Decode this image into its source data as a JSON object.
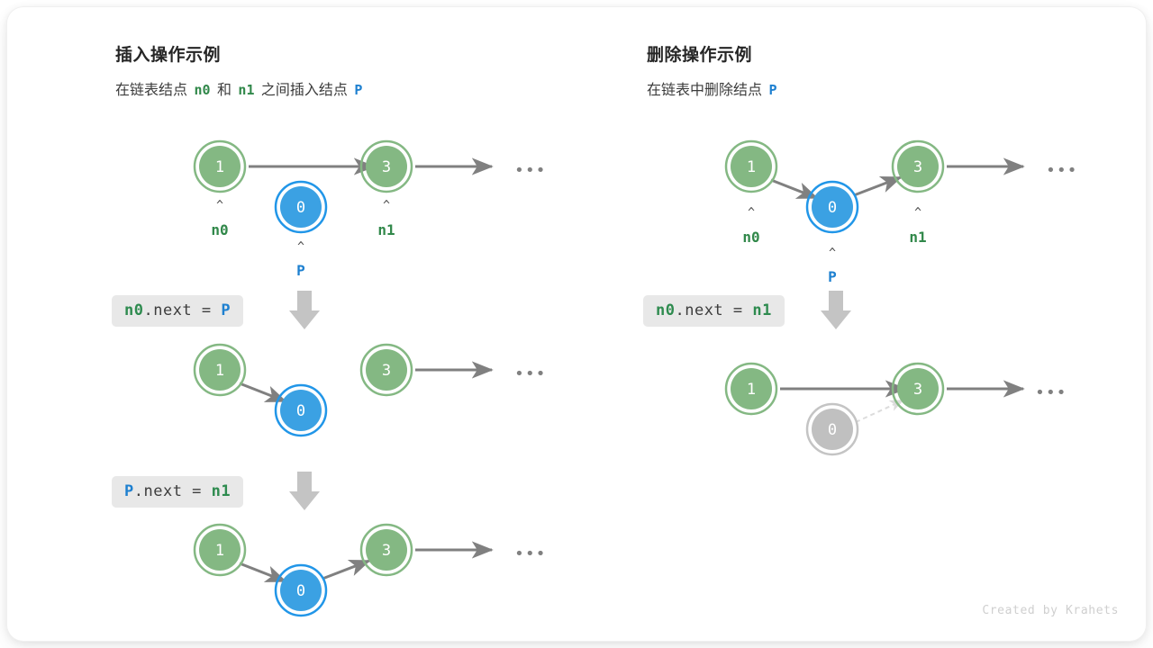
{
  "credit": "Created by Krahets",
  "colors": {
    "node_green_fill": "#84b883",
    "node_green_ring": "#84b883",
    "node_blue_fill": "#3ba1e3",
    "node_blue_ring": "#2196e8",
    "node_gray_fill": "#c0c0c0",
    "node_gray_ring": "#c0c0c0",
    "arrow_gray": "#808080",
    "label_green": "#31884a",
    "label_blue": "#1e80d0",
    "code_bg": "#e8e8e8",
    "big_arrow": "#c4c4c4",
    "credit_color": "#cfcfcf"
  },
  "panels": [
    {
      "id": "insert",
      "title": "插入操作示例",
      "subtitle": {
        "parts": [
          {
            "text": "在链表结点 ",
            "style": "plain"
          },
          {
            "text": "n0",
            "style": "green-mono"
          },
          {
            "text": " 和 ",
            "style": "plain"
          },
          {
            "text": "n1",
            "style": "green-mono"
          },
          {
            "text": " 之间插入结点 ",
            "style": "plain"
          },
          {
            "text": "P",
            "style": "blue-mono"
          }
        ],
        "plain_text": "在链表结点 n0 和 n1 之间插入结点 P"
      },
      "steps": [
        {
          "id": "insert-step-1",
          "code": null,
          "nodes": [
            {
              "name": "node-1",
              "value": "1",
              "color": "green",
              "pointer": "n0",
              "pointer_color": "green"
            },
            {
              "name": "node-0",
              "value": "0",
              "color": "blue",
              "pointer": "P",
              "pointer_color": "blue"
            },
            {
              "name": "node-3",
              "value": "3",
              "color": "green",
              "pointer": "n1",
              "pointer_color": "green"
            }
          ],
          "ellipsis": "•••"
        },
        {
          "id": "insert-step-2",
          "code": {
            "text": "n0.next = P",
            "tokens": [
              {
                "t": "n0",
                "c": "green"
              },
              {
                "t": ".next = ",
                "c": "plain"
              },
              {
                "t": "P",
                "c": "blue"
              }
            ]
          },
          "nodes": [
            {
              "name": "node-1",
              "value": "1",
              "color": "green"
            },
            {
              "name": "node-0",
              "value": "0",
              "color": "blue"
            },
            {
              "name": "node-3",
              "value": "3",
              "color": "green"
            }
          ],
          "ellipsis": "•••"
        },
        {
          "id": "insert-step-3",
          "code": {
            "text": "P.next = n1",
            "tokens": [
              {
                "t": "P",
                "c": "blue"
              },
              {
                "t": ".next = ",
                "c": "plain"
              },
              {
                "t": "n1",
                "c": "green"
              }
            ]
          },
          "nodes": [
            {
              "name": "node-1",
              "value": "1",
              "color": "green"
            },
            {
              "name": "node-0",
              "value": "0",
              "color": "blue"
            },
            {
              "name": "node-3",
              "value": "3",
              "color": "green"
            }
          ],
          "ellipsis": "•••"
        }
      ]
    },
    {
      "id": "delete",
      "title": "删除操作示例",
      "subtitle": {
        "parts": [
          {
            "text": "在链表中删除结点 ",
            "style": "plain"
          },
          {
            "text": "P",
            "style": "blue-mono"
          }
        ],
        "plain_text": "在链表中删除结点 P"
      },
      "steps": [
        {
          "id": "delete-step-1",
          "code": null,
          "nodes": [
            {
              "name": "node-1",
              "value": "1",
              "color": "green",
              "pointer": "n0",
              "pointer_color": "green"
            },
            {
              "name": "node-0",
              "value": "0",
              "color": "blue",
              "pointer": "P",
              "pointer_color": "blue"
            },
            {
              "name": "node-3",
              "value": "3",
              "color": "green",
              "pointer": "n1",
              "pointer_color": "green"
            }
          ],
          "ellipsis": "•••"
        },
        {
          "id": "delete-step-2",
          "code": {
            "text": "n0.next = n1",
            "tokens": [
              {
                "t": "n0",
                "c": "green"
              },
              {
                "t": ".next = ",
                "c": "plain"
              },
              {
                "t": "n1",
                "c": "green"
              }
            ]
          },
          "nodes": [
            {
              "name": "node-1",
              "value": "1",
              "color": "green"
            },
            {
              "name": "node-0",
              "value": "0",
              "color": "gray"
            },
            {
              "name": "node-3",
              "value": "3",
              "color": "green"
            }
          ],
          "ellipsis": "•••"
        }
      ]
    }
  ]
}
